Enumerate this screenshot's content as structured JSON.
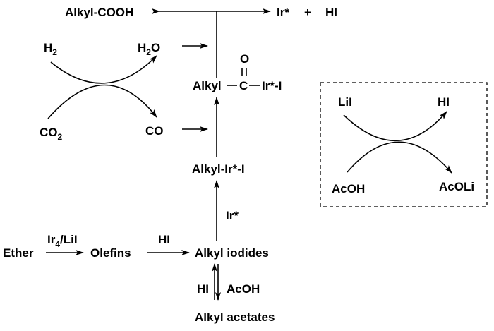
{
  "labels": {
    "alkyl_cooh": "Alkyl-COOH",
    "ir_star": "Ir*",
    "plus": "+",
    "hi_top": "HI",
    "h2_base": "H",
    "h2_sub": "2",
    "h2o_base": "H",
    "h2o_sub": "2",
    "h2o_tail": "O",
    "co2_base": "CO",
    "co2_sub": "2",
    "co": "CO",
    "acyl_oxygen": "O",
    "acyl_alkyl": "Alkyl",
    "acyl_carbon": "C",
    "acyl_iridium": "Ir*-I",
    "alkyl_ir_i": "Alkyl-Ir*-I",
    "ir_star_catalyst": "Ir*",
    "ether": "Ether",
    "ir4_base": "Ir",
    "ir4_sub": "4",
    "ir4_tail": "/LiI",
    "olefins": "Olefins",
    "hi_olefins": "HI",
    "alkyl_iodides": "Alkyl iodides",
    "hi_equilibrium": "HI",
    "acoh_equilibrium": "AcOH",
    "alkyl_acetates": "Alkyl acetates",
    "lii": "LiI",
    "hi_box": "HI",
    "acoh_box": "AcOH",
    "acoli": "AcOLi"
  },
  "colors": {
    "ink": "#000000",
    "background": "#ffffff"
  }
}
